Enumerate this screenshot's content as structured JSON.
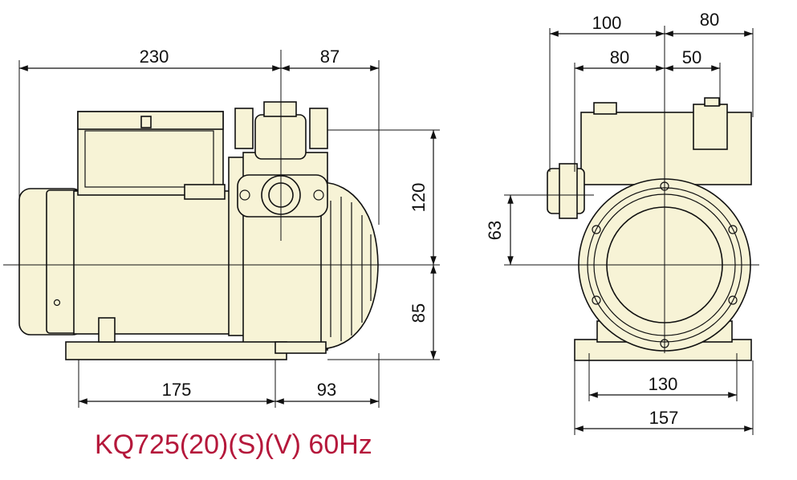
{
  "model_label": "KQ725(20)(S)(V) 60Hz",
  "colors": {
    "model_label": "#b5183b",
    "pump_body": "#f7f3d6",
    "lines": "#111111"
  },
  "dimensions": {
    "side_view": {
      "total_length": "230",
      "outlet_to_front": "87",
      "outlet_height_above_axis": "120",
      "axis_height": "85",
      "base_hole_spacing": "175",
      "base_to_front": "93"
    },
    "front_view": {
      "top_left_width": "100",
      "top_right_width": "80",
      "inner_left_width": "80",
      "inner_right_width": "50",
      "inlet_height_above_axis": "63",
      "base_hole_spacing": "130",
      "base_width": "157"
    }
  }
}
